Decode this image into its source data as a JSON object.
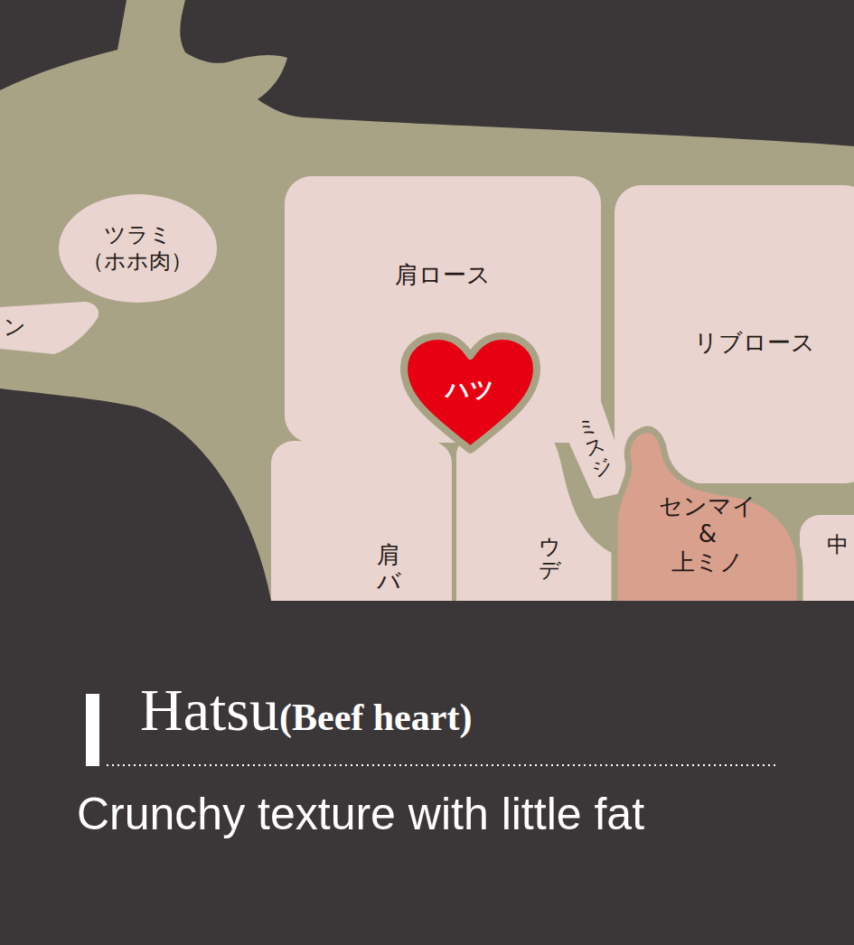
{
  "diagram": {
    "title": "Hatsu",
    "caption": "Crunchy texture with little fat",
    "nodes": [
      {
        "text": [
          "ツラミ （ホホ肉）"
        ]
      },
      {
        "text": [
          "ン"
        ]
      },
      {
        "text": [
          "肩ロース"
        ]
      },
      {
        "text": [
          "ハツ"
        ]
      },
      {
        "text": [
          "リブロース"
        ]
      },
      {
        "text": [
          "ミスジ"
        ]
      },
      {
        "text": [
          "センマイ & 上ミノ"
        ]
      },
      {
        "text": [
          "肩バ"
        ]
      },
      {
        "text": [
          "ウデ"
        ]
      },
      {
        "text": [
          "中"
        ]
      }
    ],
    "labels": [
      "(Beef heart)"
    ]
  }
}
